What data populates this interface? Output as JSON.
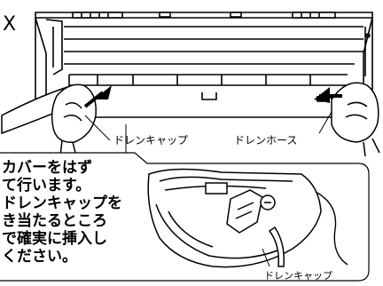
{
  "labels": {
    "top_left_fragment": "X",
    "drain_cap": "ドレンキャップ",
    "drain_hose": "ドレンホース",
    "drain_cap_detail": "ドレンキャップ"
  },
  "instruction": {
    "lines": [
      "カバーをはず",
      "て行います。",
      "ドレンキャップを",
      "き当たるところ",
      "で確実に挿入し",
      "ください。"
    ]
  }
}
